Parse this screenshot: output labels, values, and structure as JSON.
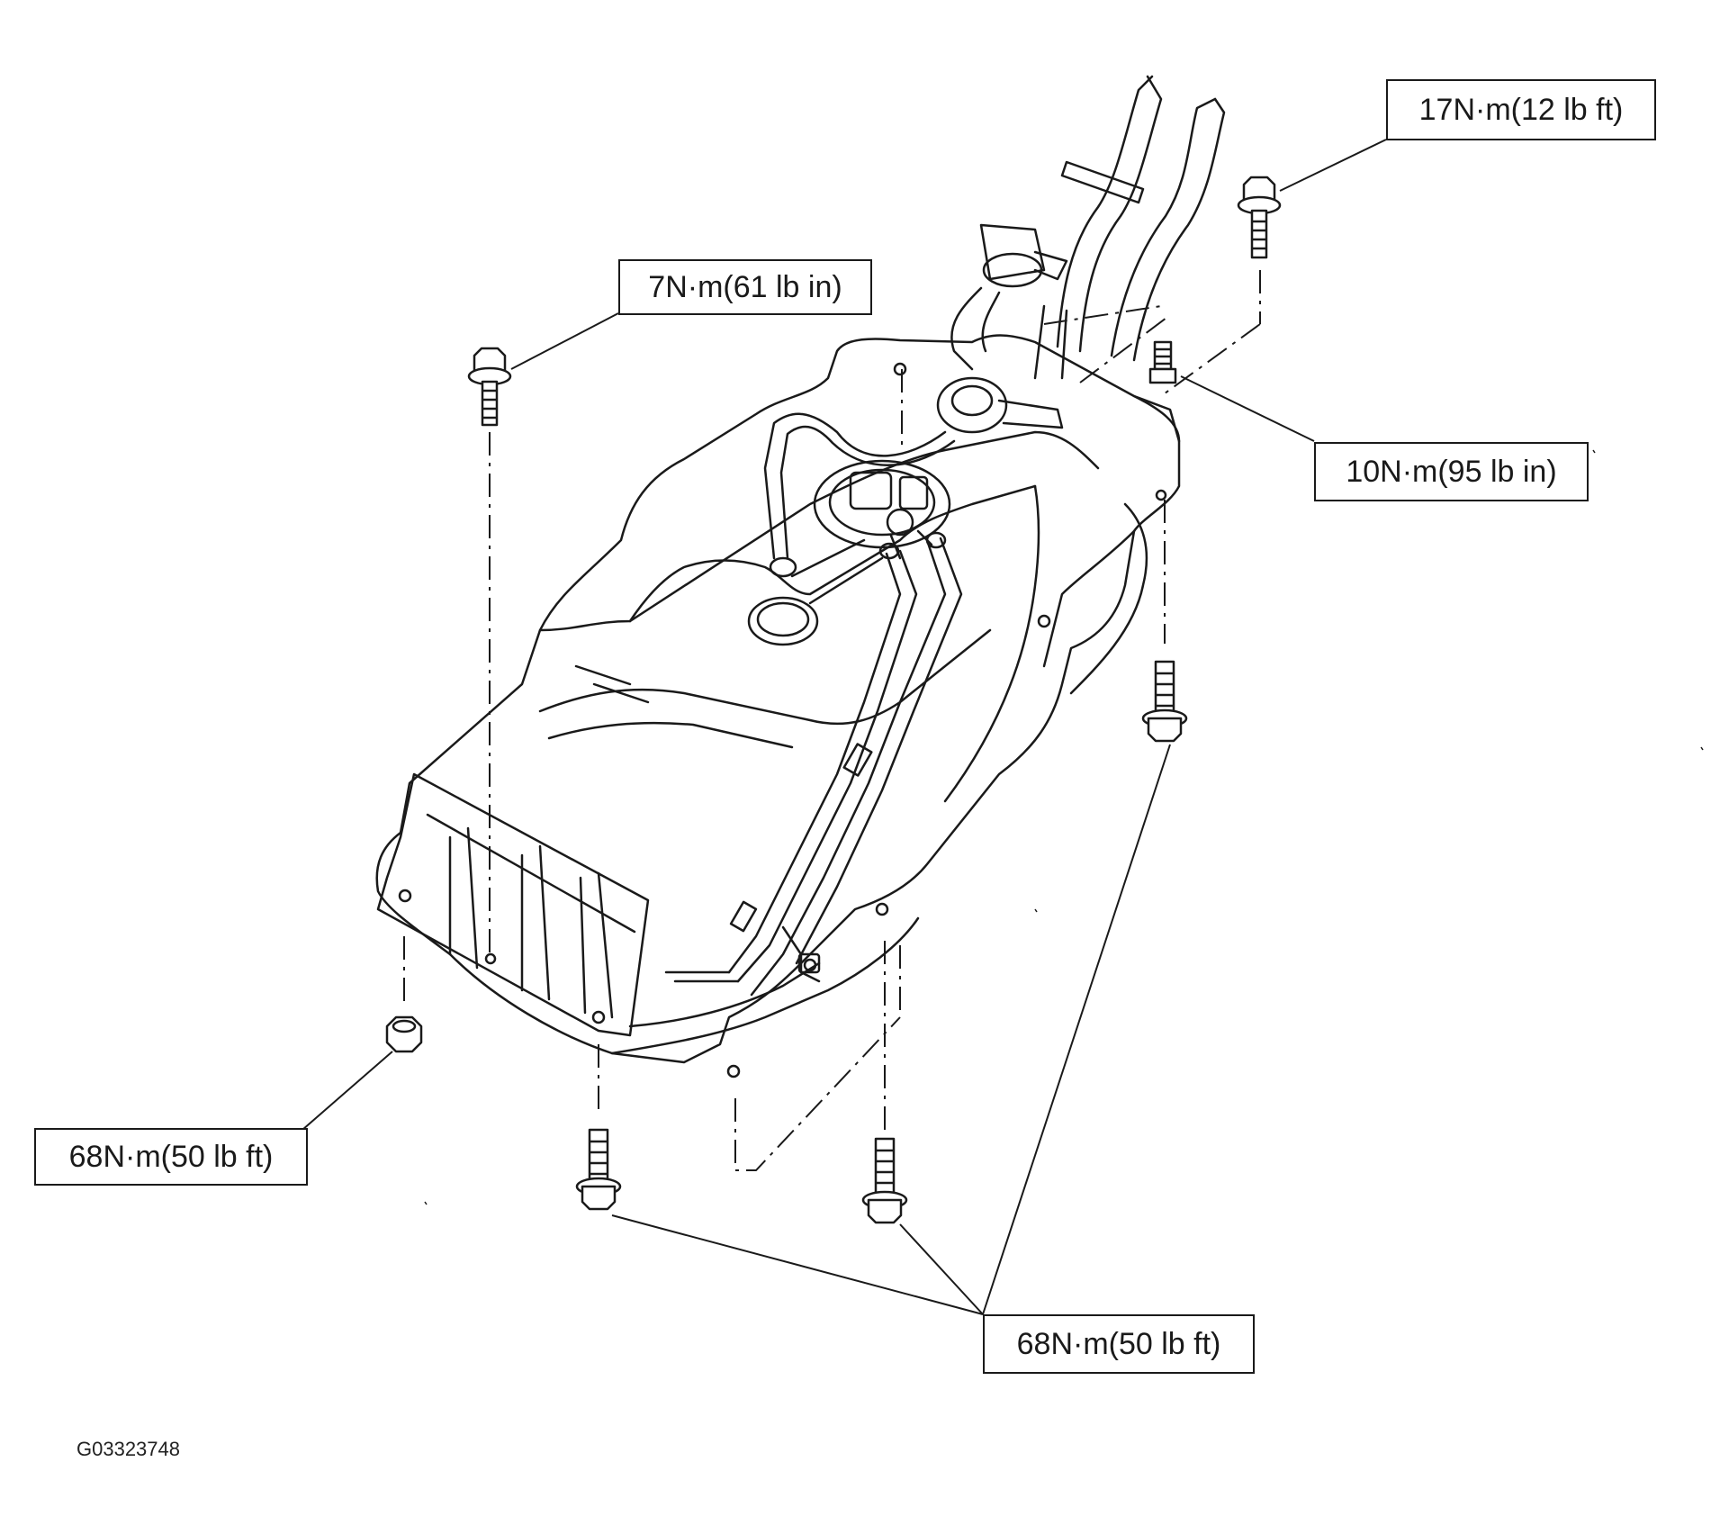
{
  "diagram": {
    "figure_id": "G03323748",
    "callouts": {
      "filler_bracket_bolt": "17N·m(12 lb ft)",
      "upper_left_bolt": "7N·m(61 lb in)",
      "stud_nut": "10N·m(95 lb in)",
      "left_strap_nut": "68N·m(50 lb ft)",
      "lower_bolts": "68N·m(50 lb ft)"
    },
    "colors": {
      "line": "#1a1a1a",
      "background": "#ffffff"
    }
  }
}
